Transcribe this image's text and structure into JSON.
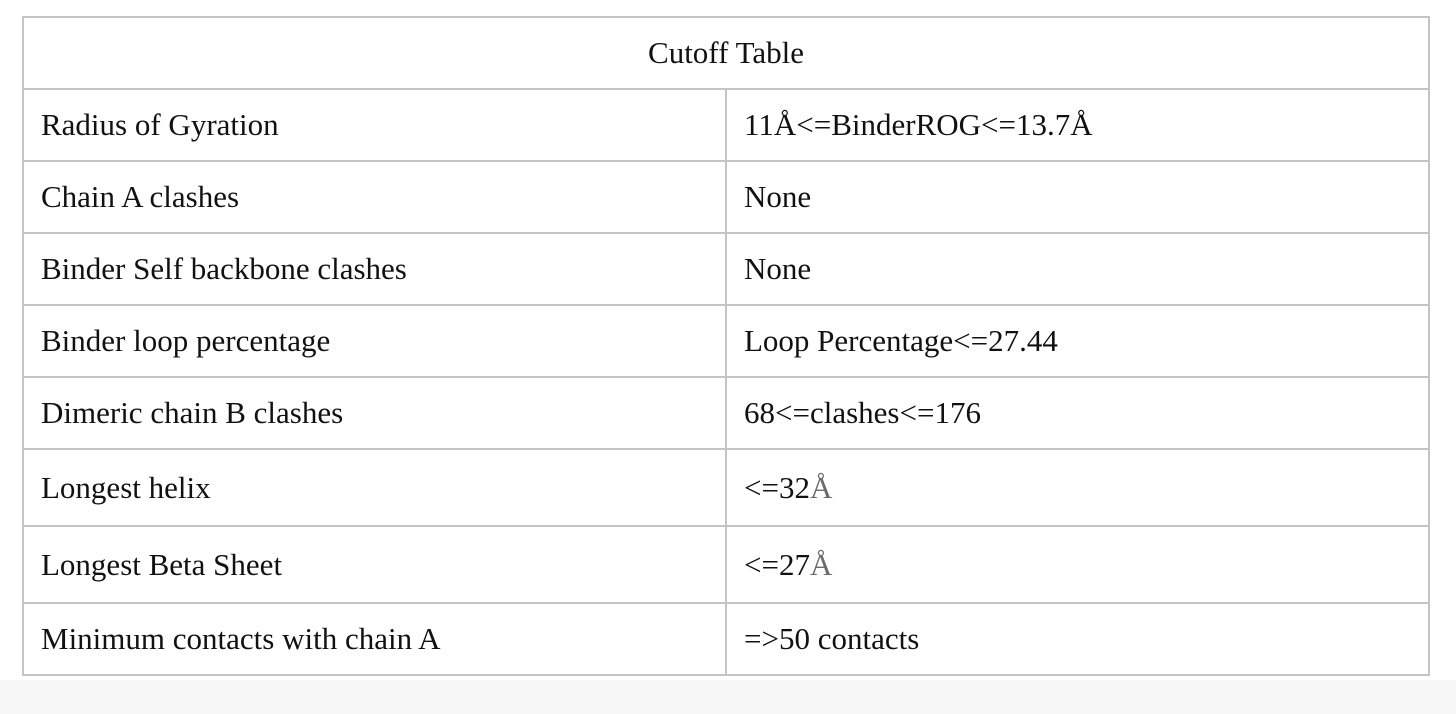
{
  "table": {
    "title": "Cutoff Table",
    "rows": [
      {
        "label": "Radius of Gyration",
        "value": "11Å<=BinderROG<=13.7Å"
      },
      {
        "label": "Chain A clashes",
        "value": "None"
      },
      {
        "label": "Binder Self backbone clashes",
        "value": "None"
      },
      {
        "label": "Binder loop percentage",
        "value": "Loop Percentage<=27.44"
      },
      {
        "label": "Dimeric chain B clashes",
        "value": "68<=clashes<=176"
      },
      {
        "label": "Longest helix",
        "value": "<=32Å"
      },
      {
        "label": "Longest Beta Sheet",
        "value": "<=27Å"
      },
      {
        "label": "Minimum contacts with chain A",
        "value": "=>50 contacts"
      }
    ]
  },
  "colors": {
    "border": "#c4c4c4",
    "text": "#111111",
    "angstrom_symbol": "#6b6b6b"
  }
}
